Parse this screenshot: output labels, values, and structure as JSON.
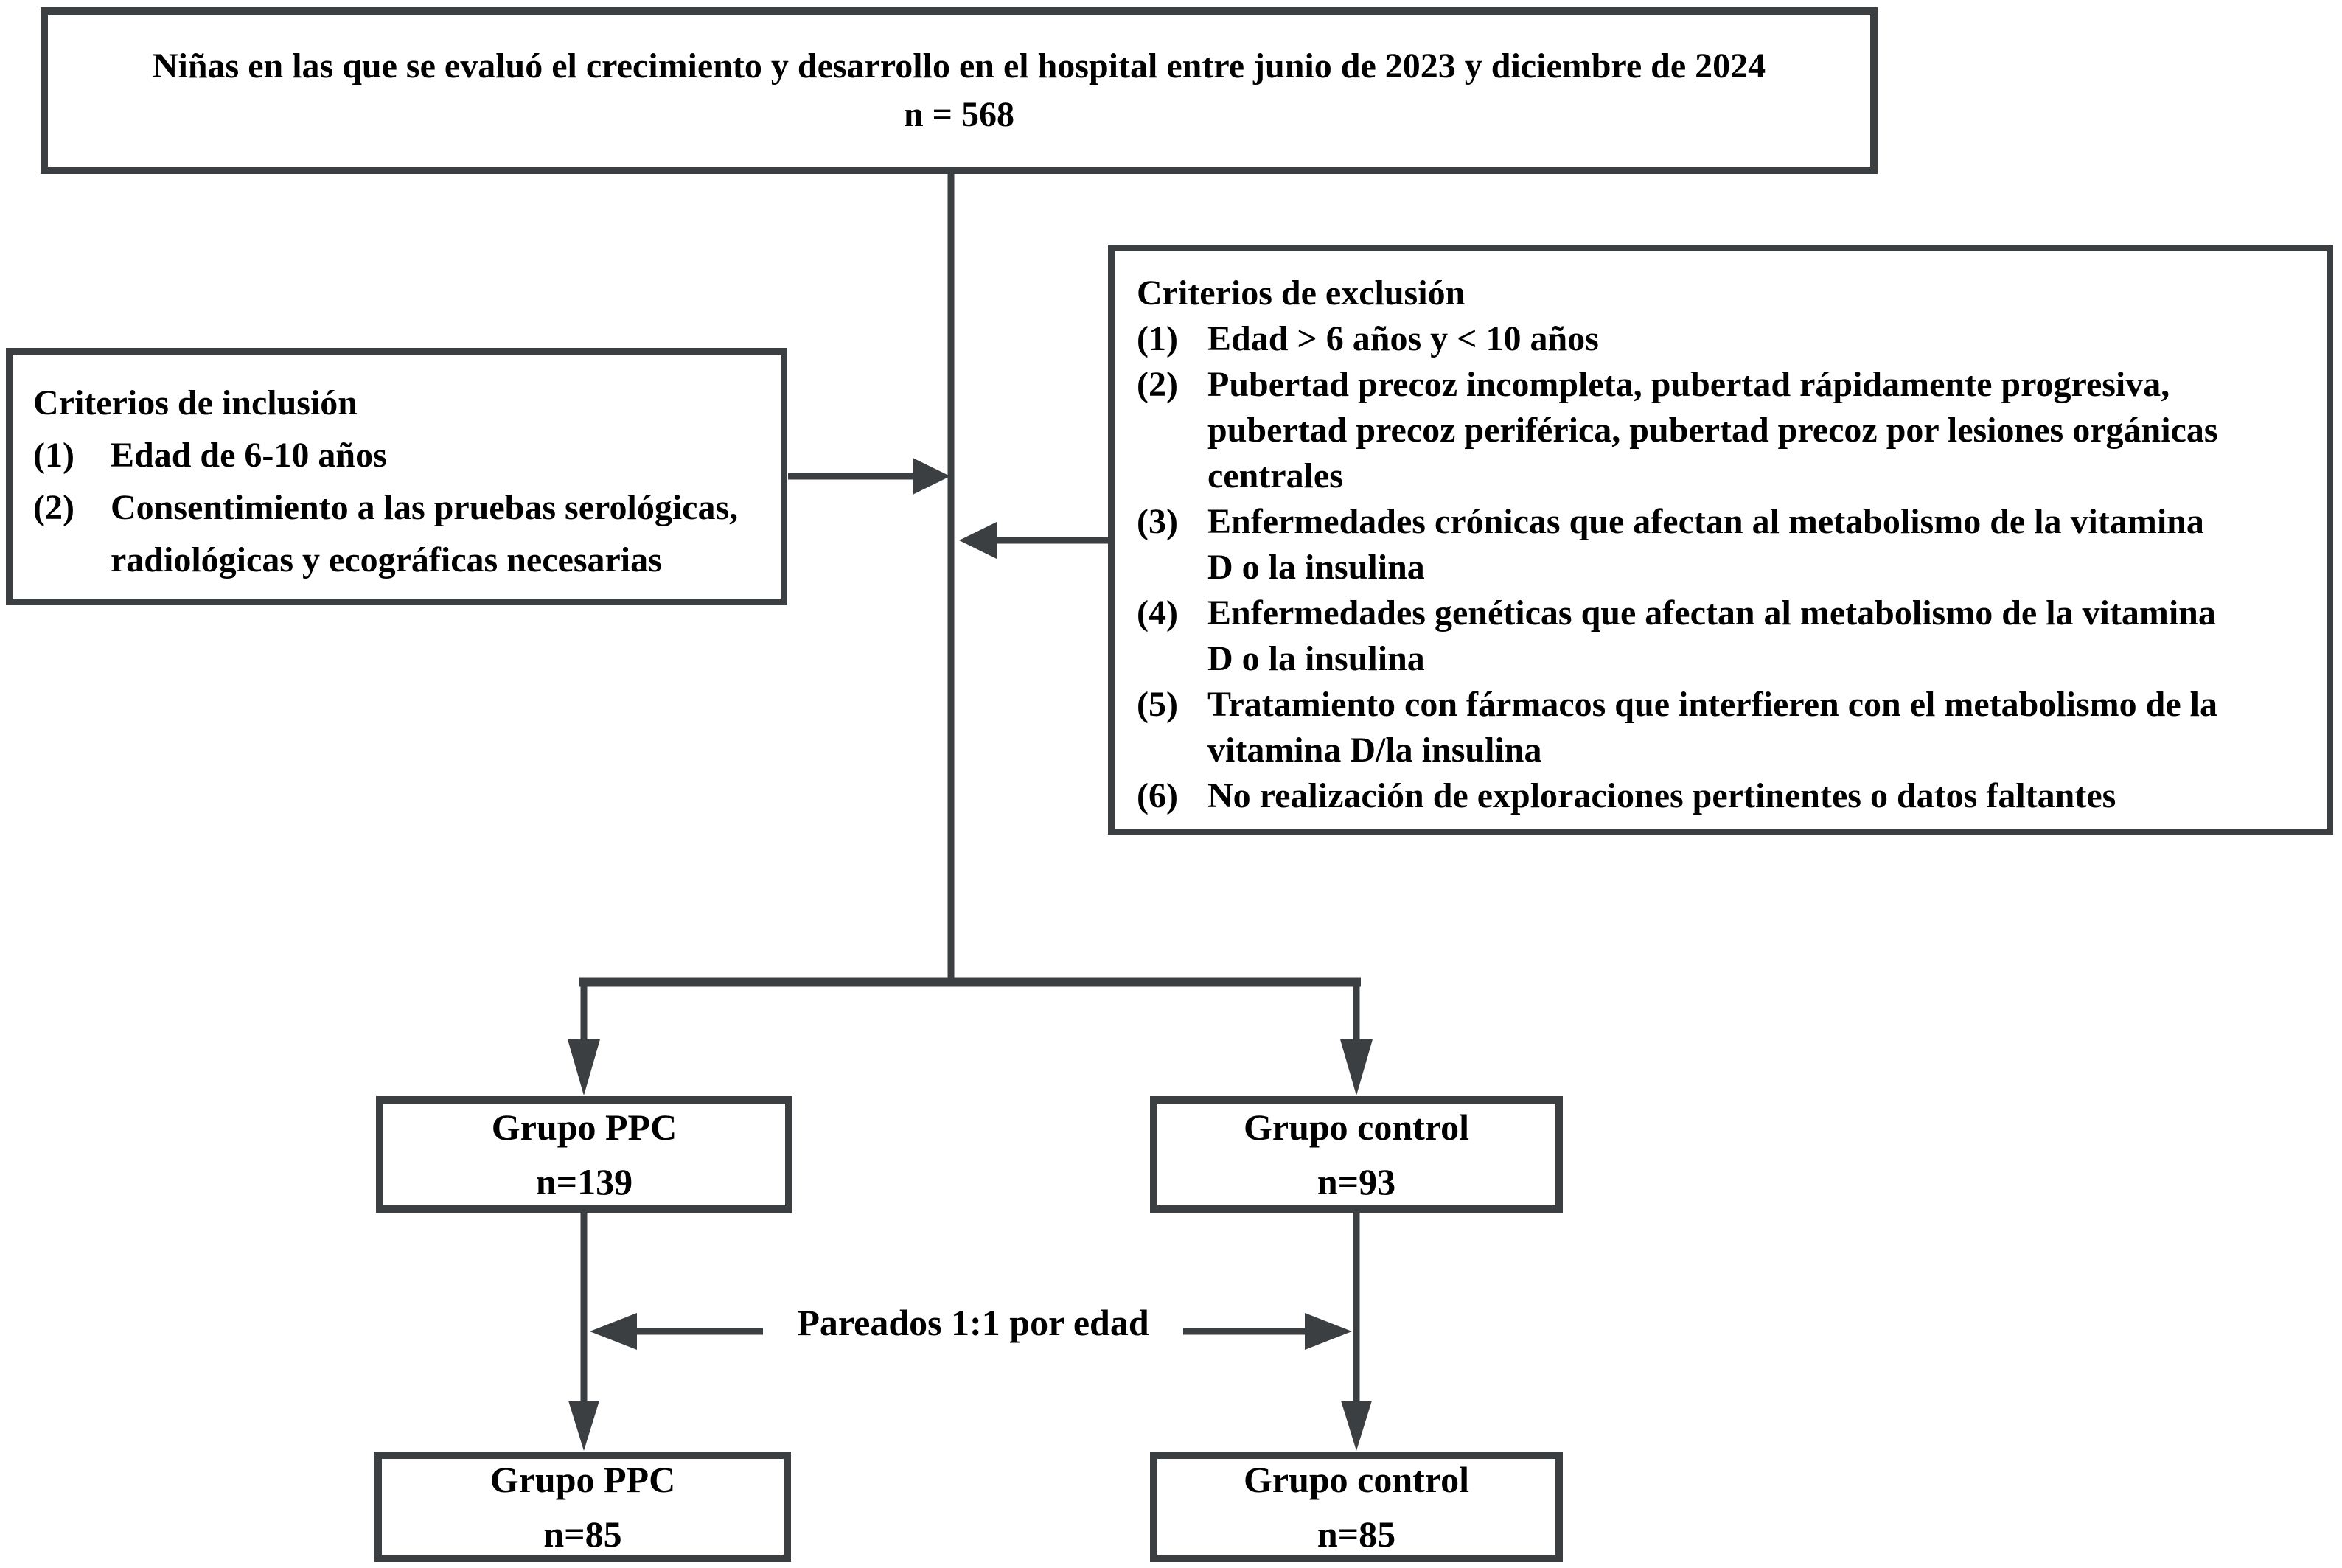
{
  "title_box": {
    "line1": "Niñas en las que se evaluó el crecimiento y desarrollo en el hospital entre junio de 2023 y diciembre de 2024",
    "line2": "n = 568"
  },
  "inclusion_box": {
    "title": "Criterios de inclusión",
    "items": [
      {
        "num": "(1)",
        "lines": [
          "Edad de 6-10 años"
        ]
      },
      {
        "num": "(2)",
        "lines": [
          "Consentimiento a las pruebas serológicas,",
          "radiológicas y ecográficas necesarias"
        ]
      }
    ]
  },
  "exclusion_box": {
    "title": "Criterios de exclusión",
    "items": [
      {
        "num": "(1)",
        "lines": [
          "Edad > 6 años y < 10 años"
        ]
      },
      {
        "num": "(2)",
        "lines": [
          "Pubertad precoz incompleta, pubertad rápidamente progresiva,",
          "pubertad precoz periférica, pubertad precoz por lesiones orgánicas",
          "centrales"
        ]
      },
      {
        "num": "(3)",
        "lines": [
          "Enfermedades crónicas que afectan al metabolismo de la vitamina",
          "D o la insulina"
        ]
      },
      {
        "num": "(4)",
        "lines": [
          "Enfermedades genéticas que afectan al metabolismo de la vitamina",
          "D o la insulina"
        ]
      },
      {
        "num": "(5)",
        "lines": [
          "Tratamiento con fármacos que interfieren con el metabolismo de la",
          "vitamina D/la insulina"
        ]
      },
      {
        "num": "(6)",
        "lines": [
          "No realización de exploraciones pertinentes o datos faltantes"
        ]
      }
    ]
  },
  "ppc_group_box": {
    "line1": "Grupo PPC",
    "line2": "n=139"
  },
  "control_group_box": {
    "line1": "Grupo control",
    "line2": "n=93"
  },
  "matching_label": "Pareados 1:1 por edad",
  "ppc_matched_box": {
    "line1": "Grupo PPC",
    "line2": "n=85"
  },
  "control_matched_box": {
    "line1": "Grupo control",
    "line2": "n=85"
  },
  "colors": {
    "line": "#3c3f42",
    "text": "#000000",
    "background": "#ffffff"
  }
}
